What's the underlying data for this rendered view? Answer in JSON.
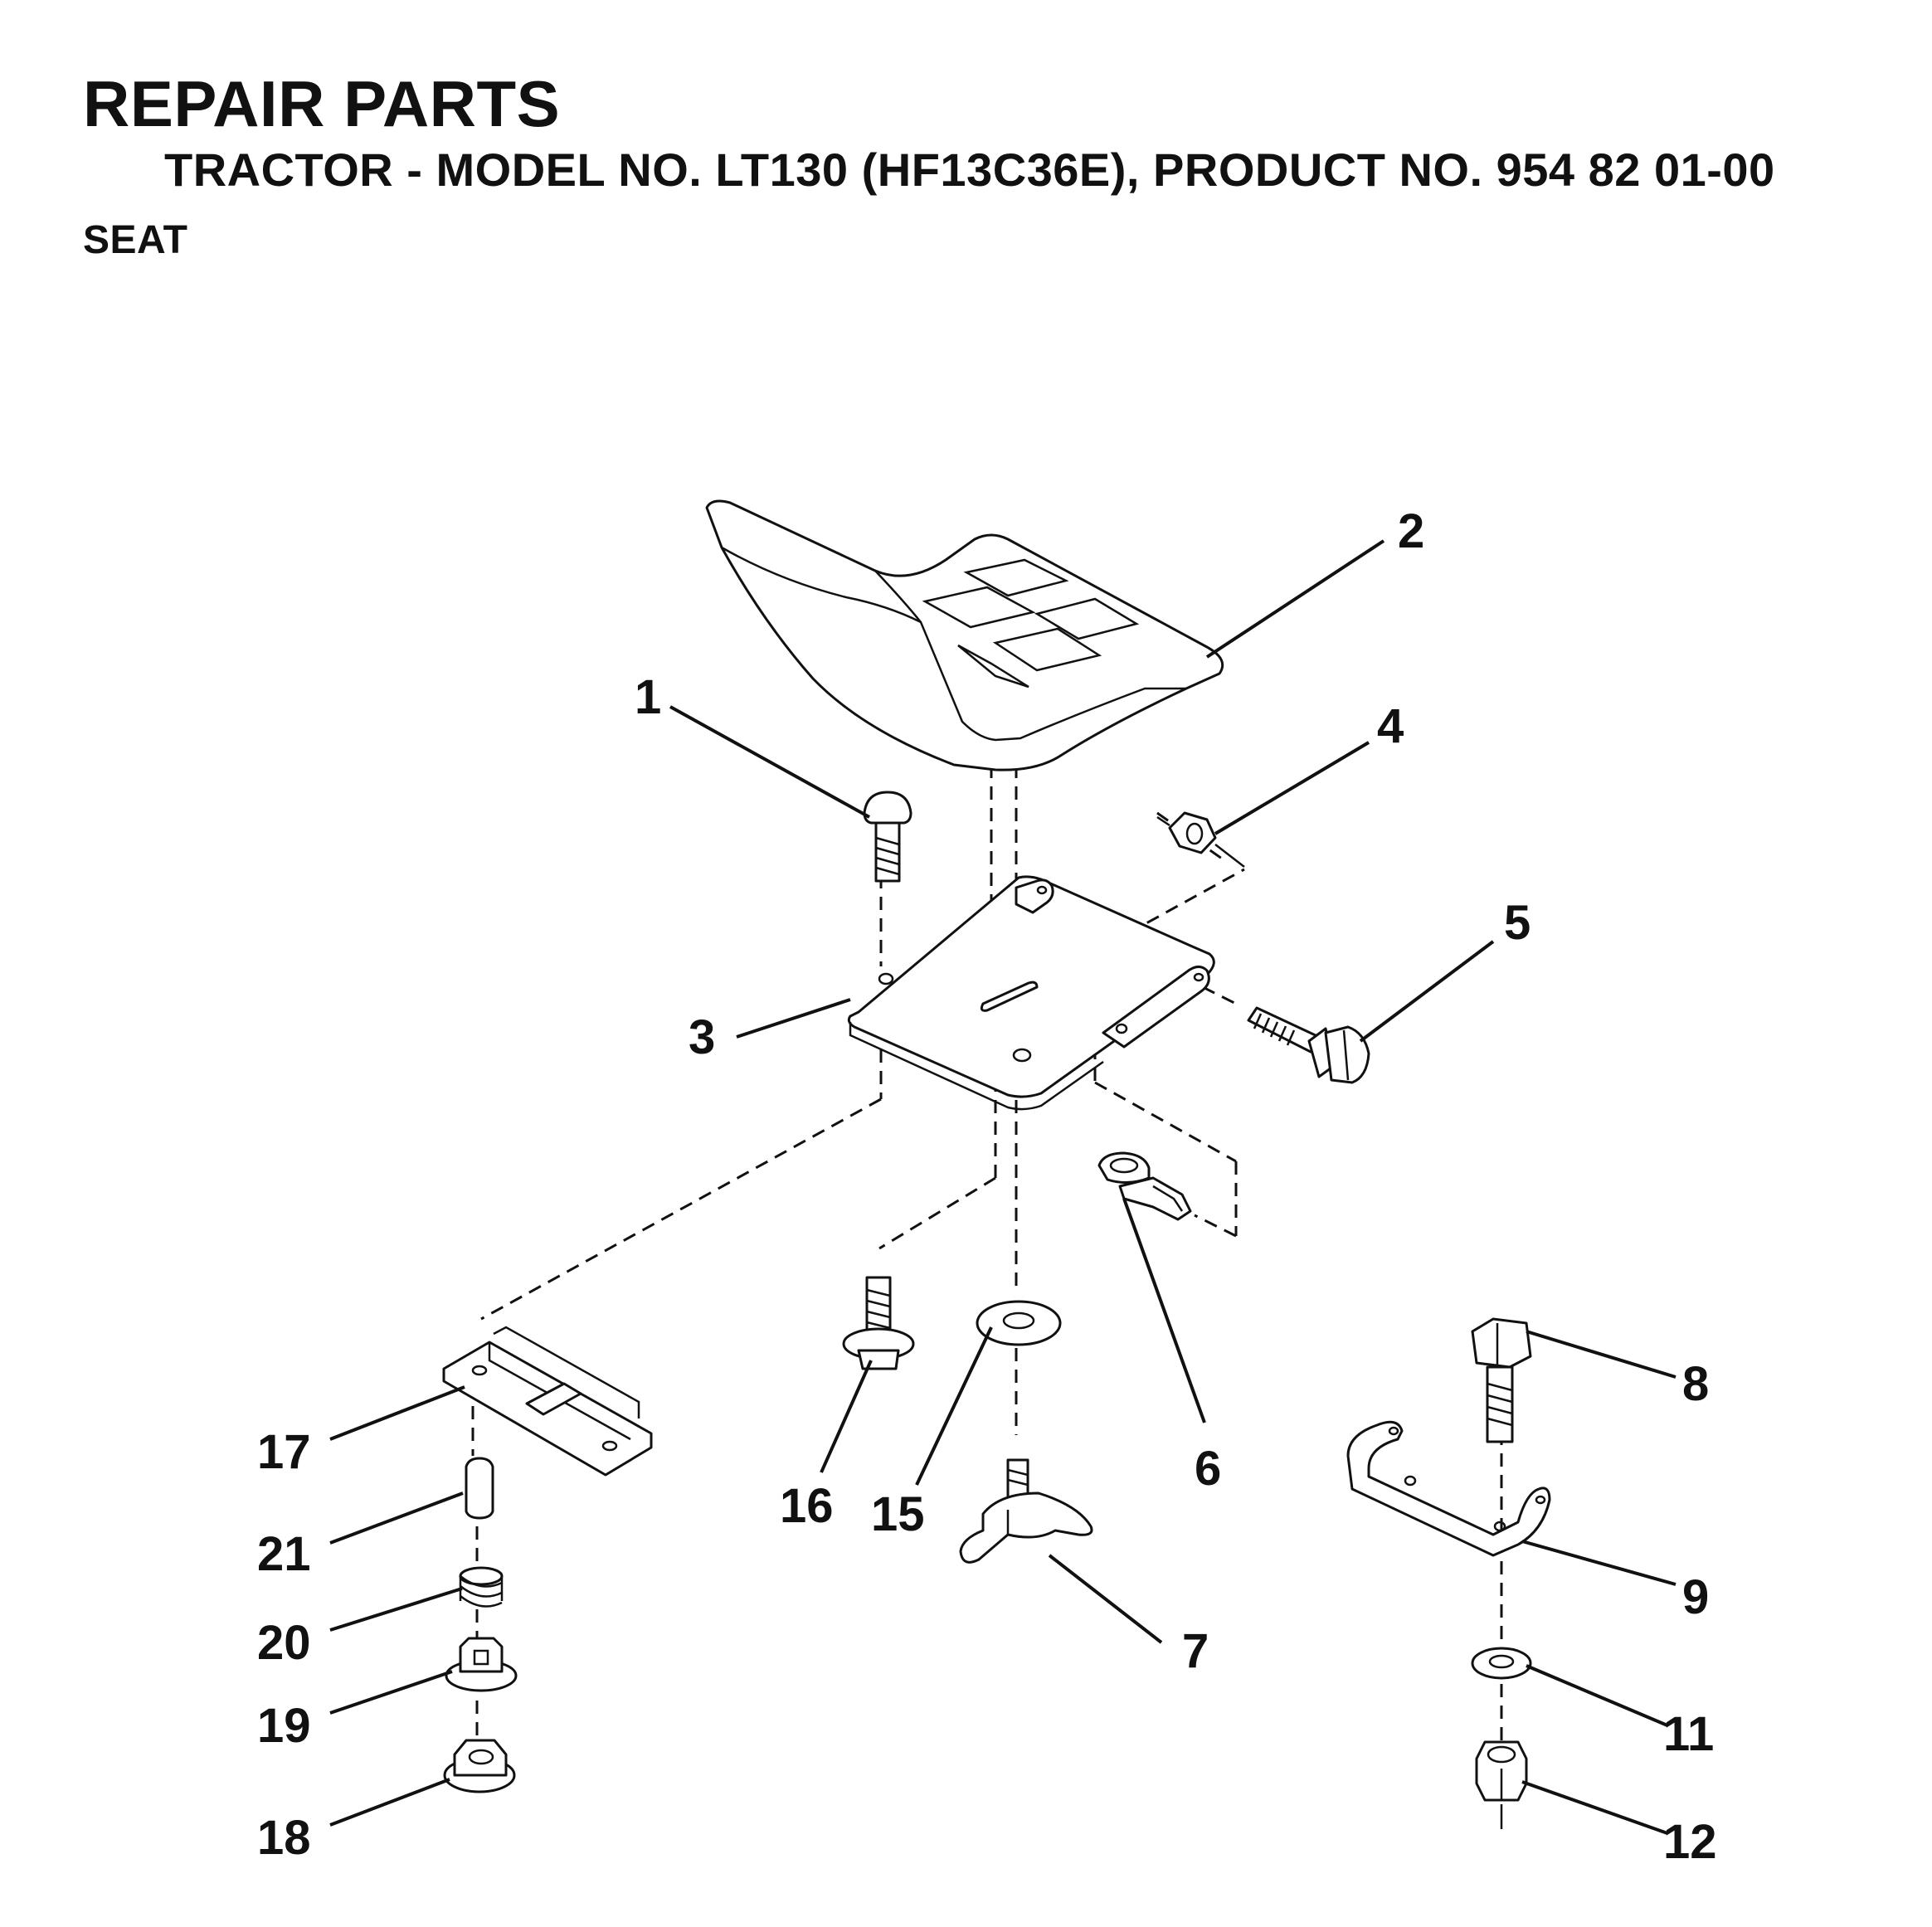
{
  "header": {
    "title": "REPAIR PARTS",
    "subtitle": "TRACTOR - MODEL NO. LT130 (HF13C36E), PRODUCT NO. 954 82 01-00",
    "section": "SEAT"
  },
  "callouts": [
    "1",
    "2",
    "3",
    "4",
    "5",
    "6",
    "7",
    "8",
    "9",
    "11",
    "12",
    "15",
    "16",
    "17",
    "18",
    "19",
    "20",
    "21"
  ]
}
